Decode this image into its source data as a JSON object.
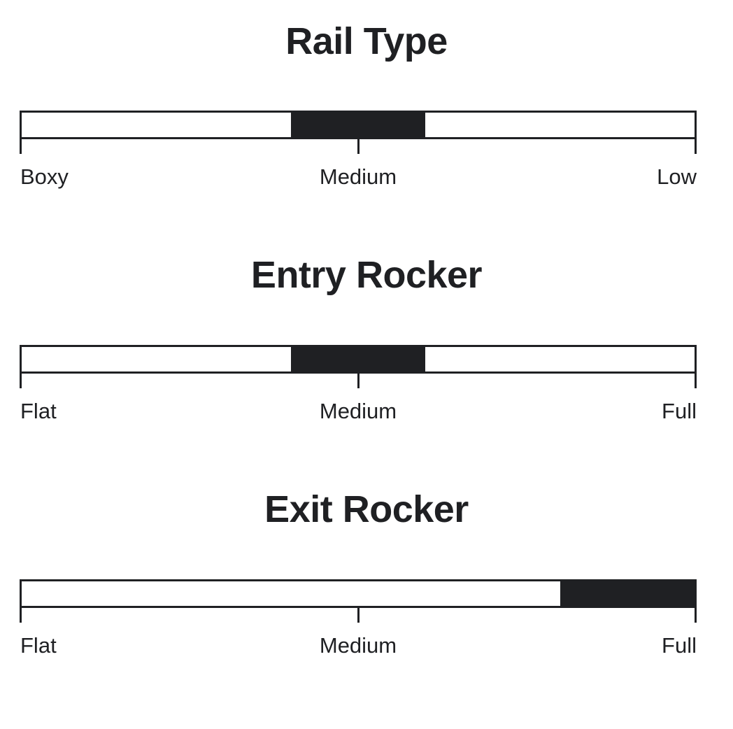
{
  "page": {
    "background_color": "#ffffff",
    "ink_color": "#1f2023"
  },
  "chart_data": [
    {
      "type": "bar",
      "title": "Rail Type",
      "xlabel": "",
      "ylabel": "",
      "orientation": "horizontal",
      "grid": false,
      "legend": "none",
      "axis_range": [
        0,
        100
      ],
      "tick_labels": [
        "Boxy",
        "Medium",
        "Low"
      ],
      "tick_positions": [
        0,
        50,
        100
      ],
      "segment": {
        "start": 40,
        "end": 60
      },
      "value_label": "Medium",
      "fill_color": "#1f2023",
      "track_color": "#ffffff"
    },
    {
      "type": "bar",
      "title": "Entry Rocker",
      "xlabel": "",
      "ylabel": "",
      "orientation": "horizontal",
      "grid": false,
      "legend": "none",
      "axis_range": [
        0,
        100
      ],
      "tick_labels": [
        "Flat",
        "Medium",
        "Full"
      ],
      "tick_positions": [
        0,
        50,
        100
      ],
      "segment": {
        "start": 40,
        "end": 60
      },
      "value_label": "Medium",
      "fill_color": "#1f2023",
      "track_color": "#ffffff"
    },
    {
      "type": "bar",
      "title": "Exit Rocker",
      "xlabel": "",
      "ylabel": "",
      "orientation": "horizontal",
      "grid": false,
      "legend": "none",
      "axis_range": [
        0,
        100
      ],
      "tick_labels": [
        "Flat",
        "Medium",
        "Full"
      ],
      "tick_positions": [
        0,
        50,
        100
      ],
      "segment": {
        "start": 80,
        "end": 100
      },
      "value_label": "Full",
      "fill_color": "#1f2023",
      "track_color": "#ffffff"
    }
  ]
}
